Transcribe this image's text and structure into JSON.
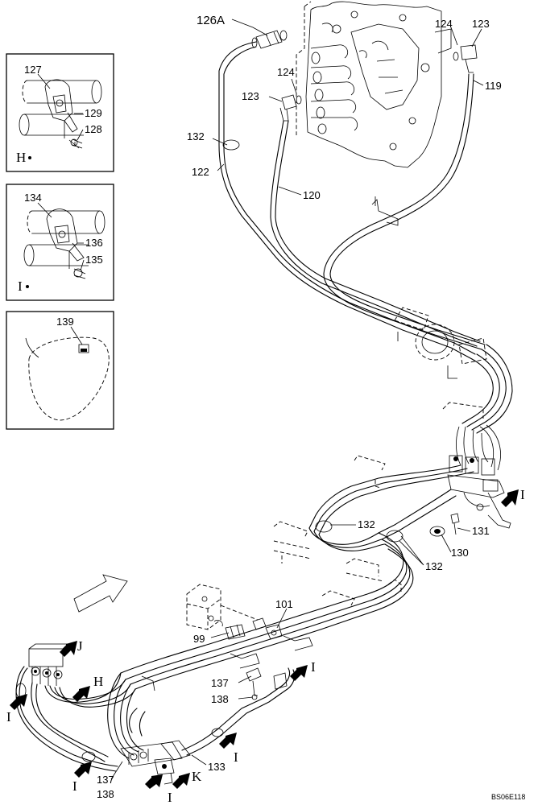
{
  "drawing_code": "BS06E118",
  "part_labels": {
    "p126a": "126A",
    "p124_top": "124",
    "p123_top": "123",
    "p124_mid": "124",
    "p123_mid": "123",
    "p119": "119",
    "p132_a": "132",
    "p122": "122",
    "p120": "120",
    "p132_b": "132",
    "p132_c": "132",
    "p131": "131",
    "p130": "130",
    "p101": "101",
    "p99": "99",
    "p137_a": "137",
    "p138_a": "138",
    "p133": "133",
    "p137_b": "137",
    "p138_b": "138"
  },
  "view_markers": {
    "i_right": "I",
    "j": "J",
    "h": "H",
    "i_mid": "I",
    "i_left_top": "I",
    "i_left_bot": "I",
    "i_bottom": "I",
    "i_lower": "I",
    "k": "K"
  },
  "inset_h": {
    "caption": "H",
    "labels": [
      "127",
      "129",
      "128"
    ]
  },
  "inset_i": {
    "caption": "I",
    "labels": [
      "134",
      "136",
      "135"
    ]
  },
  "inset_139": {
    "labels": [
      "139"
    ]
  }
}
